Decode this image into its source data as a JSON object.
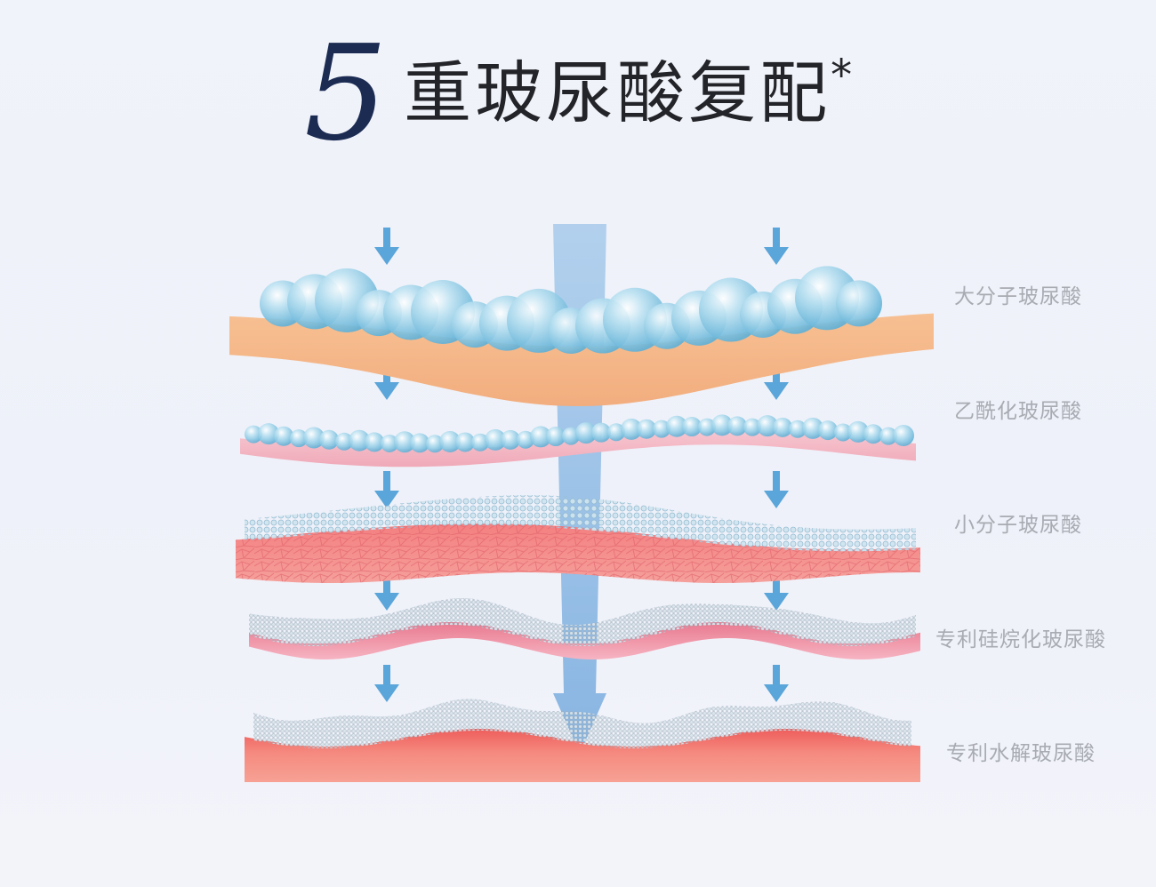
{
  "title": {
    "number": "5",
    "text": "重玻尿酸复配",
    "asterisk": "*"
  },
  "layers": [
    {
      "label": "大分子玻尿酸"
    },
    {
      "label": "乙酰化玻尿酸"
    },
    {
      "label": "小分子玻尿酸"
    },
    {
      "label": "专利硅烷化玻尿酸"
    },
    {
      "label": "专利水解玻尿酸"
    }
  ],
  "colors": {
    "layer_1": "#f6b98c",
    "layer_2": "#f3b7c2",
    "layer_3": "#f38f8f",
    "layer_4": "#ef8fa8",
    "layer_5": "#f4847b",
    "arrow": "#5aa5d9",
    "center_arrow": "#8ebbe5",
    "bubble": "#9fd2ea"
  },
  "icons": [
    "arrow-down-icon"
  ]
}
